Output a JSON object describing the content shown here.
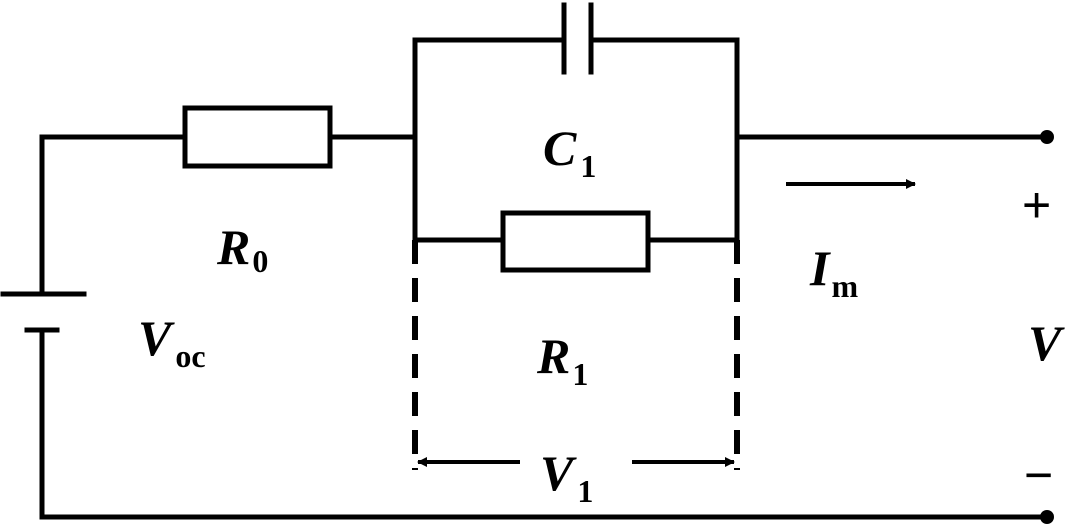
{
  "labels": {
    "r0": {
      "main": "R",
      "sub": "0"
    },
    "c1": {
      "main": "C",
      "sub": "1"
    },
    "r1": {
      "main": "R",
      "sub": "1"
    },
    "voc": {
      "main": "V",
      "sub": "oc"
    },
    "im": {
      "main": "I",
      "sub": "m"
    },
    "v1": {
      "main": "V",
      "sub": "1"
    },
    "v": {
      "main": "V"
    },
    "plus": "+",
    "minus": "−"
  },
  "colors": {
    "line": "#000000",
    "background": "#ffffff"
  }
}
